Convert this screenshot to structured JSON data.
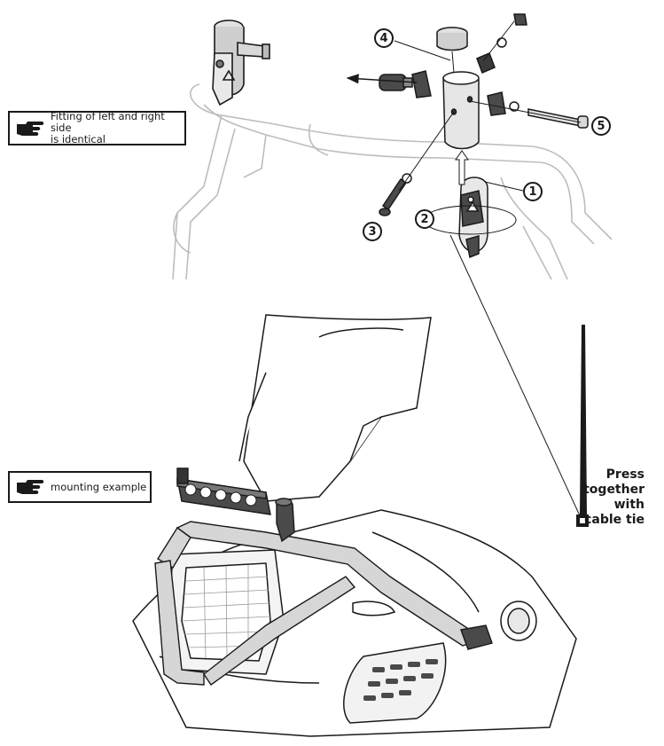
{
  "notes": {
    "fitting": "Fitting of left and right side\nis identical",
    "mounting": "mounting example"
  },
  "cable_tie_instruction": "Press\ntogether\nwith\ncable tie",
  "callouts": [
    {
      "id": "c1",
      "label": "1"
    },
    {
      "id": "c2",
      "label": "2"
    },
    {
      "id": "c3",
      "label": "3"
    },
    {
      "id": "c4",
      "label": "4"
    },
    {
      "id": "c5",
      "label": "5"
    }
  ],
  "colors": {
    "ink": "#1a1a1a",
    "light_line": "#bdbdbd",
    "bar_fill": "#d6d6d6",
    "part_fill": "#e2e2e2",
    "dark_part": "#4a4a4a"
  },
  "icons": [
    "pointing-hand-icon",
    "arrow-icon"
  ]
}
